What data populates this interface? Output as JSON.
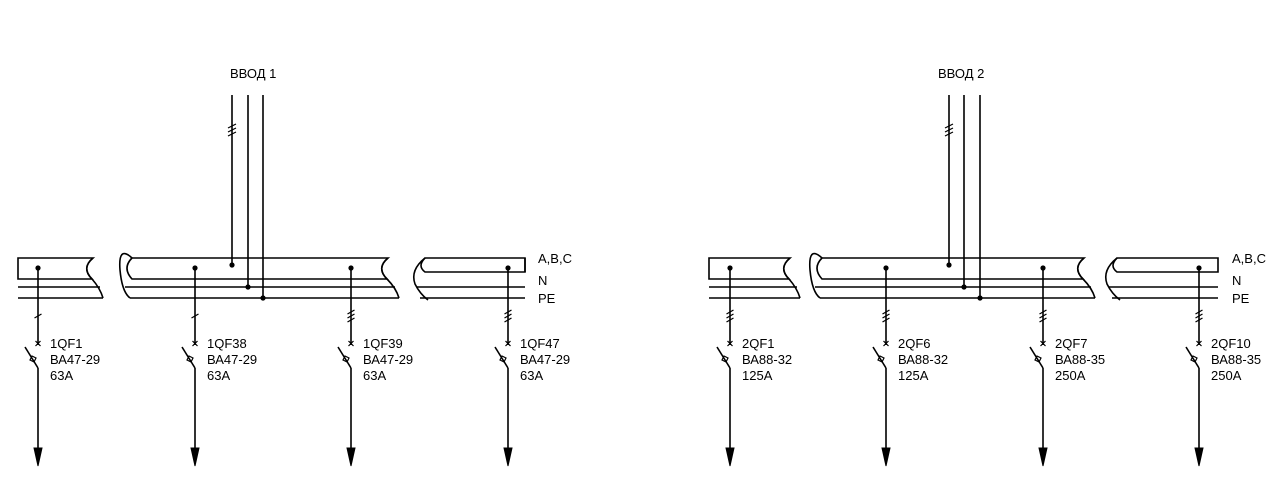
{
  "inputs": [
    {
      "label": "ВВОД 1"
    },
    {
      "label": "ВВОД 2"
    }
  ],
  "bus_labels": {
    "phase": "A,B,C",
    "neutral": "N",
    "protective": "PE"
  },
  "feeders": [
    {
      "name": "1QF1",
      "type": "ВА47-29",
      "rating": "63A"
    },
    {
      "name": "1QF38",
      "type": "ВА47-29",
      "rating": "63A"
    },
    {
      "name": "1QF39",
      "type": "ВА47-29",
      "rating": "63A"
    },
    {
      "name": "1QF47",
      "type": "ВА47-29",
      "rating": "63A"
    },
    {
      "name": "2QF1",
      "type": "ВА88-32",
      "rating": "125A"
    },
    {
      "name": "2QF6",
      "type": "ВА88-32",
      "rating": "125A"
    },
    {
      "name": "2QF7",
      "type": "ВА88-35",
      "rating": "250A"
    },
    {
      "name": "2QF10",
      "type": "ВА88-35",
      "rating": "250A"
    }
  ]
}
